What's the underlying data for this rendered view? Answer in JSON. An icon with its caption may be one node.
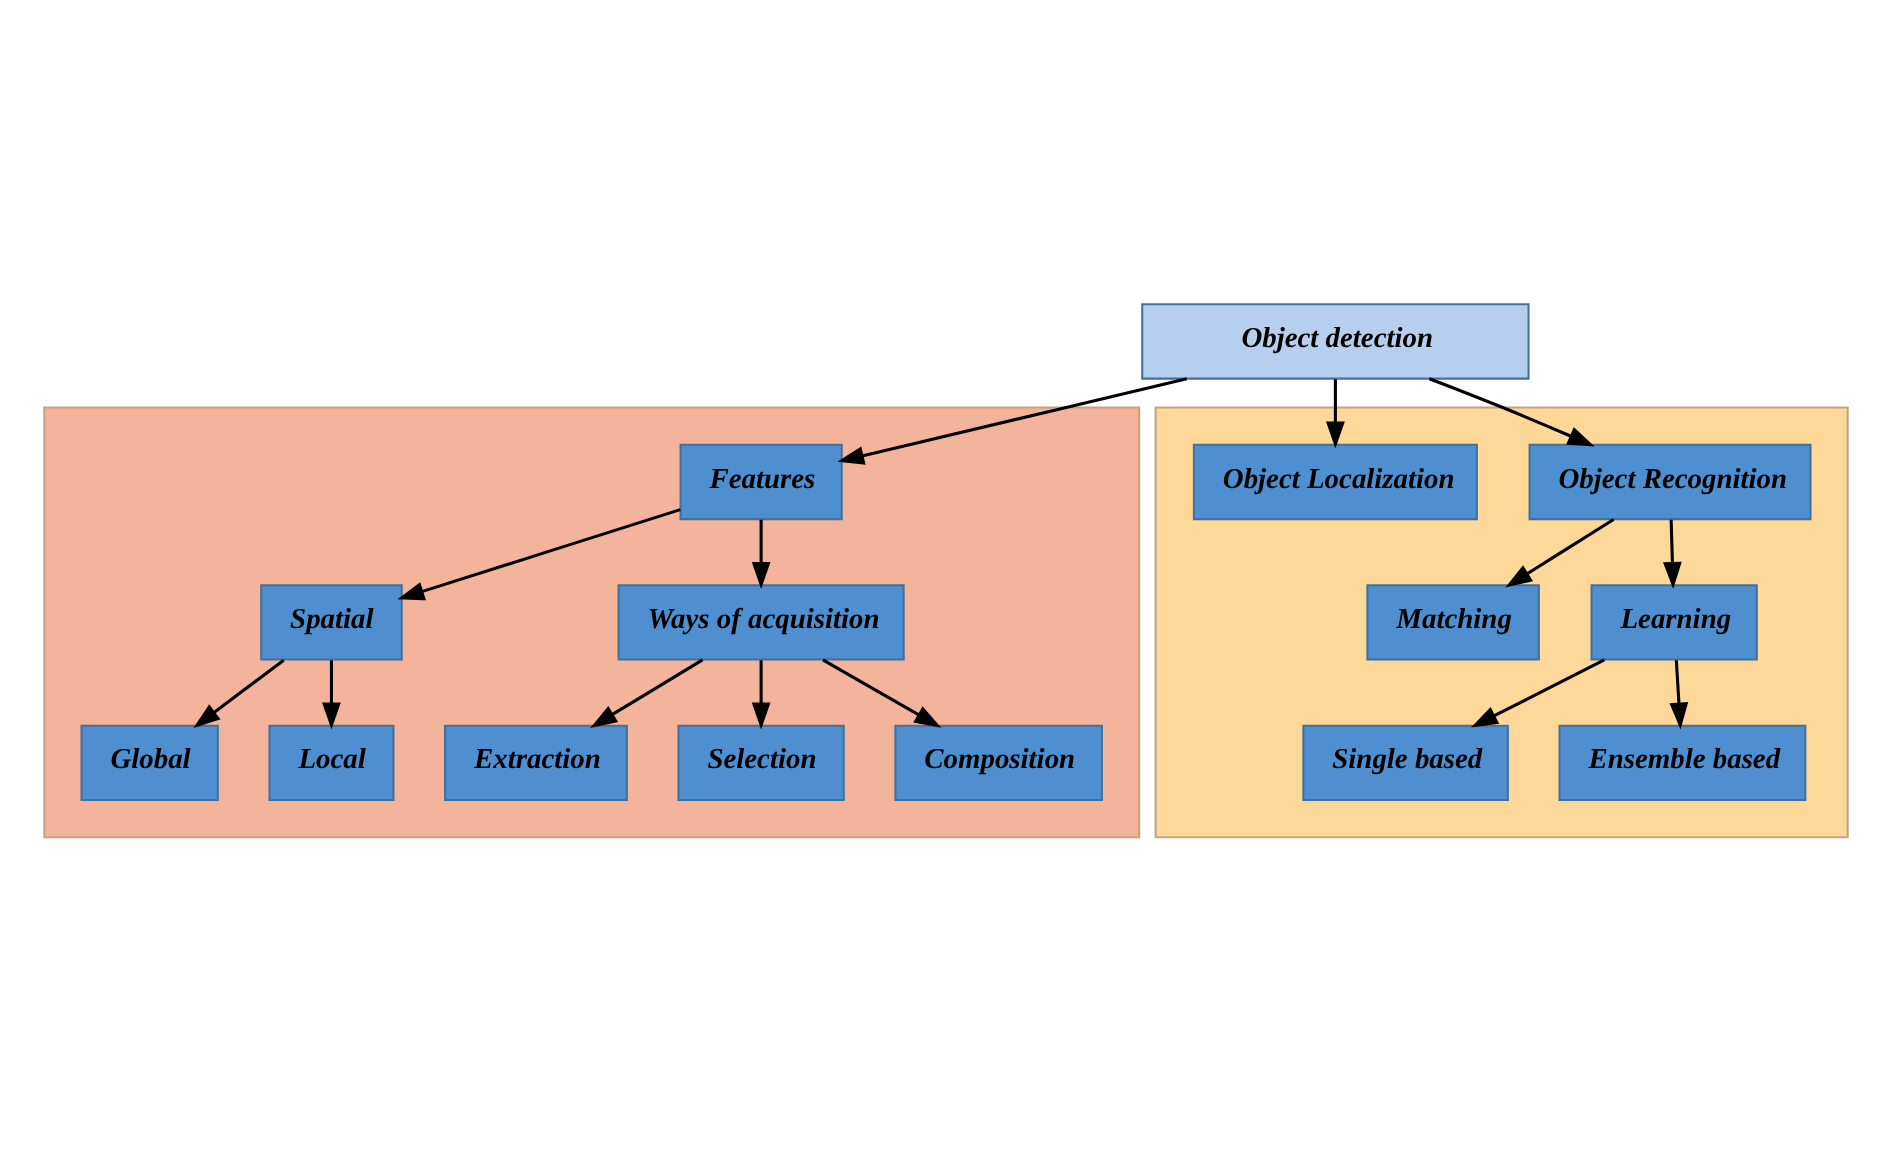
{
  "diagram": {
    "nodes": [
      {
        "text": [
          "Object detection"
        ]
      },
      {
        "text": [],
        "shape": "box"
      },
      {
        "text": [
          "Features"
        ],
        "in": 1
      },
      {
        "text": [
          "Spatial"
        ],
        "in": 1
      },
      {
        "text": [
          "Ways of acquisition"
        ],
        "in": 1
      },
      {
        "text": [
          "Global"
        ],
        "in": 1
      },
      {
        "text": [
          "Local"
        ],
        "in": 1
      },
      {
        "text": [
          "Extraction"
        ],
        "in": 1
      },
      {
        "text": [
          "Selection"
        ],
        "in": 1
      },
      {
        "text": [
          "Composition"
        ],
        "in": 1
      },
      {
        "text": [],
        "shape": "box"
      },
      {
        "text": [
          "Object Recognition"
        ],
        "in": 10
      },
      {
        "text": [
          "Object Localization"
        ],
        "in": 10
      },
      {
        "text": [
          "Matching"
        ],
        "in": 10
      },
      {
        "text": [
          "Learning"
        ],
        "in": 10
      },
      {
        "text": [
          "Single based"
        ],
        "in": 10
      },
      {
        "text": [
          "Ensemble based"
        ],
        "in": 10
      }
    ],
    "edges": [
      {
        "from": 0,
        "to": 2,
        "arrow": "to"
      },
      {
        "from": 0,
        "to": 11,
        "arrow": "to"
      },
      {
        "from": 0,
        "to": 12,
        "arrow": "to"
      },
      {
        "from": 2,
        "to": 3,
        "arrow": "to"
      },
      {
        "from": 2,
        "to": 4,
        "arrow": "to"
      },
      {
        "from": 3,
        "to": 5,
        "arrow": "to"
      },
      {
        "from": 3,
        "to": 6,
        "arrow": "to"
      },
      {
        "from": 4,
        "to": 7,
        "arrow": "to"
      },
      {
        "from": 4,
        "to": 8,
        "arrow": "to"
      },
      {
        "from": 4,
        "to": 9,
        "arrow": "to"
      },
      {
        "from": 11,
        "to": 13,
        "arrow": "to"
      },
      {
        "from": 11,
        "to": 14,
        "arrow": "to"
      },
      {
        "from": 14,
        "to": 15,
        "arrow": "to"
      },
      {
        "from": 14,
        "to": 16,
        "arrow": "to"
      }
    ]
  }
}
